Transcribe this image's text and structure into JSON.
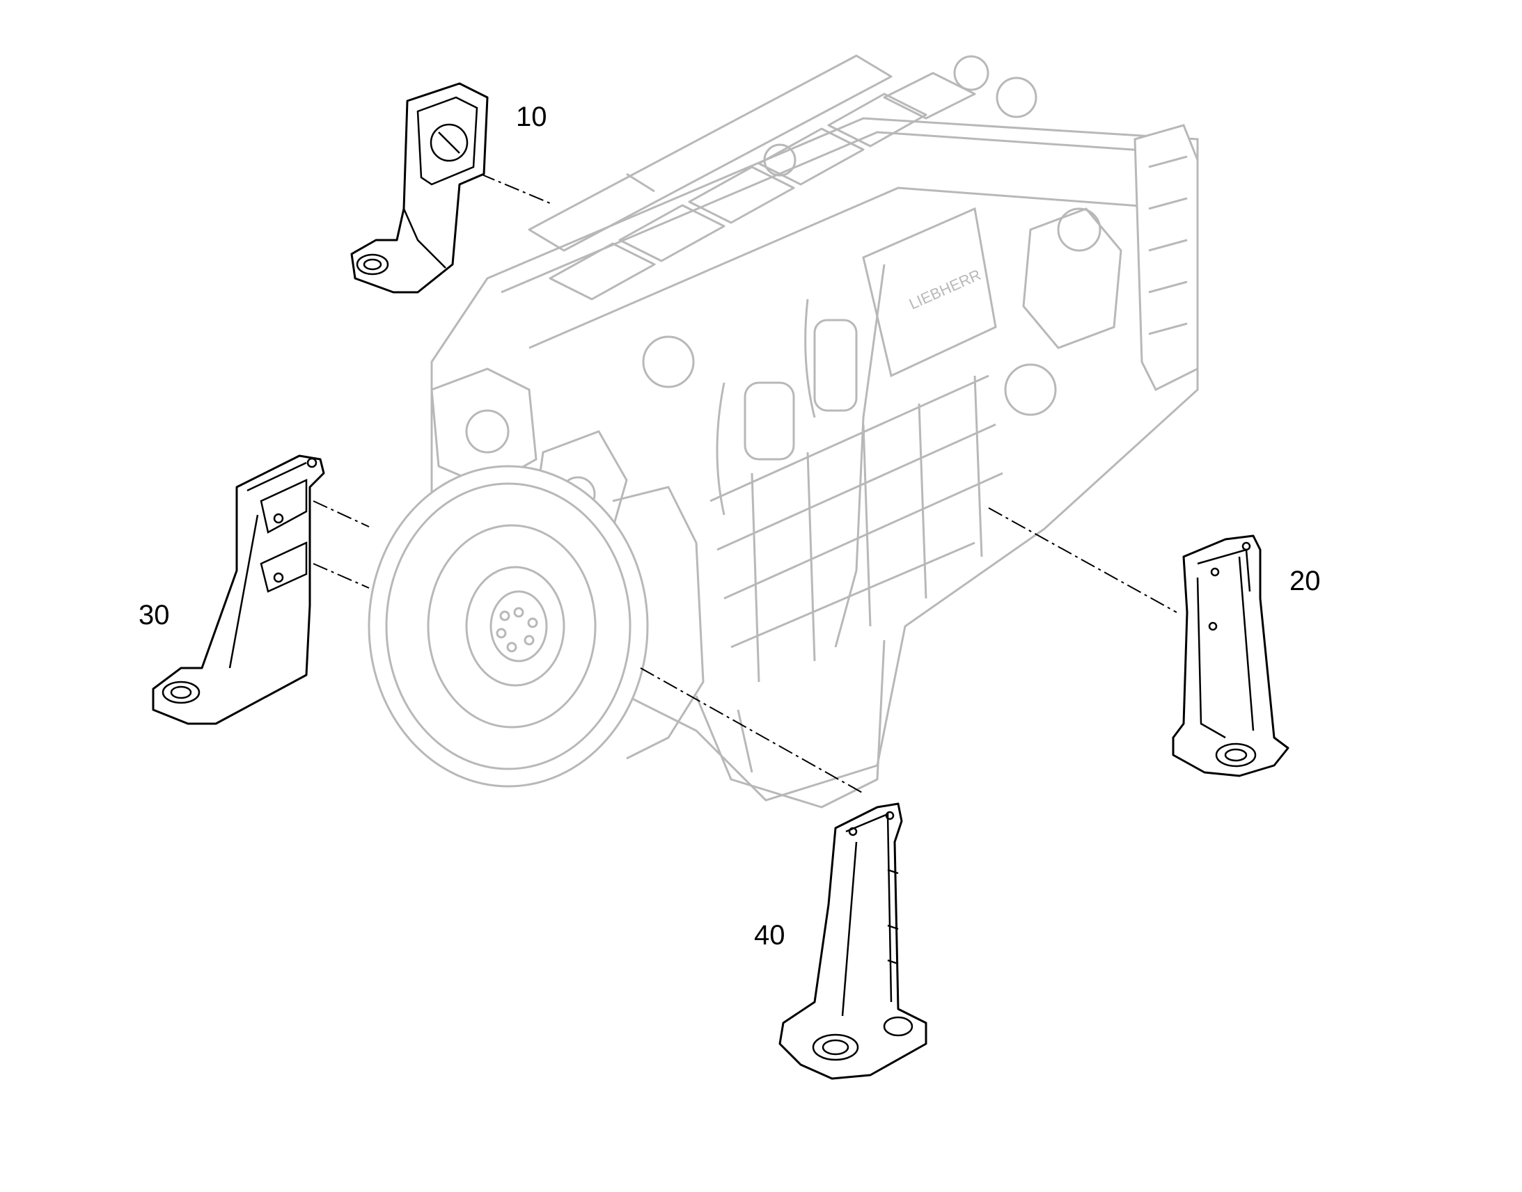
{
  "callouts": [
    {
      "id": "bracket-10",
      "label": "10"
    },
    {
      "id": "bracket-20",
      "label": "20"
    },
    {
      "id": "bracket-30",
      "label": "30"
    },
    {
      "id": "bracket-40",
      "label": "40"
    }
  ],
  "engine_badge": "LIEBHERR",
  "colors": {
    "engine_line": "#b8b8b8",
    "part_line": "#000000",
    "background": "#ffffff"
  }
}
